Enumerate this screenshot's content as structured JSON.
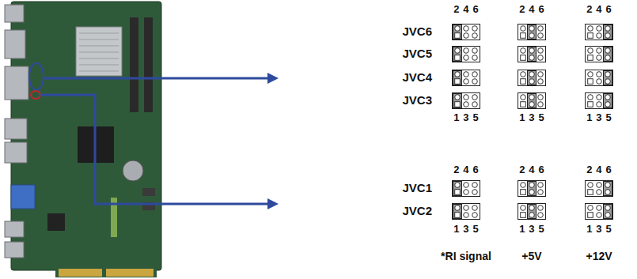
{
  "diagram": {
    "labels": [
      "2 4 6",
      "2 4 6",
      "2 4 6",
      "JVC6",
      "JVC5",
      "JVC4",
      "JVC3",
      "1 3 5",
      "1 3 5",
      "1 3 5",
      "2 4 6",
      "2 4 6",
      "2 4 6",
      "JVC1",
      "JVC2",
      "1 3 5",
      "1 3 5",
      "1 3 5",
      "*RI signal",
      "+5V",
      "+12V"
    ]
  }
}
